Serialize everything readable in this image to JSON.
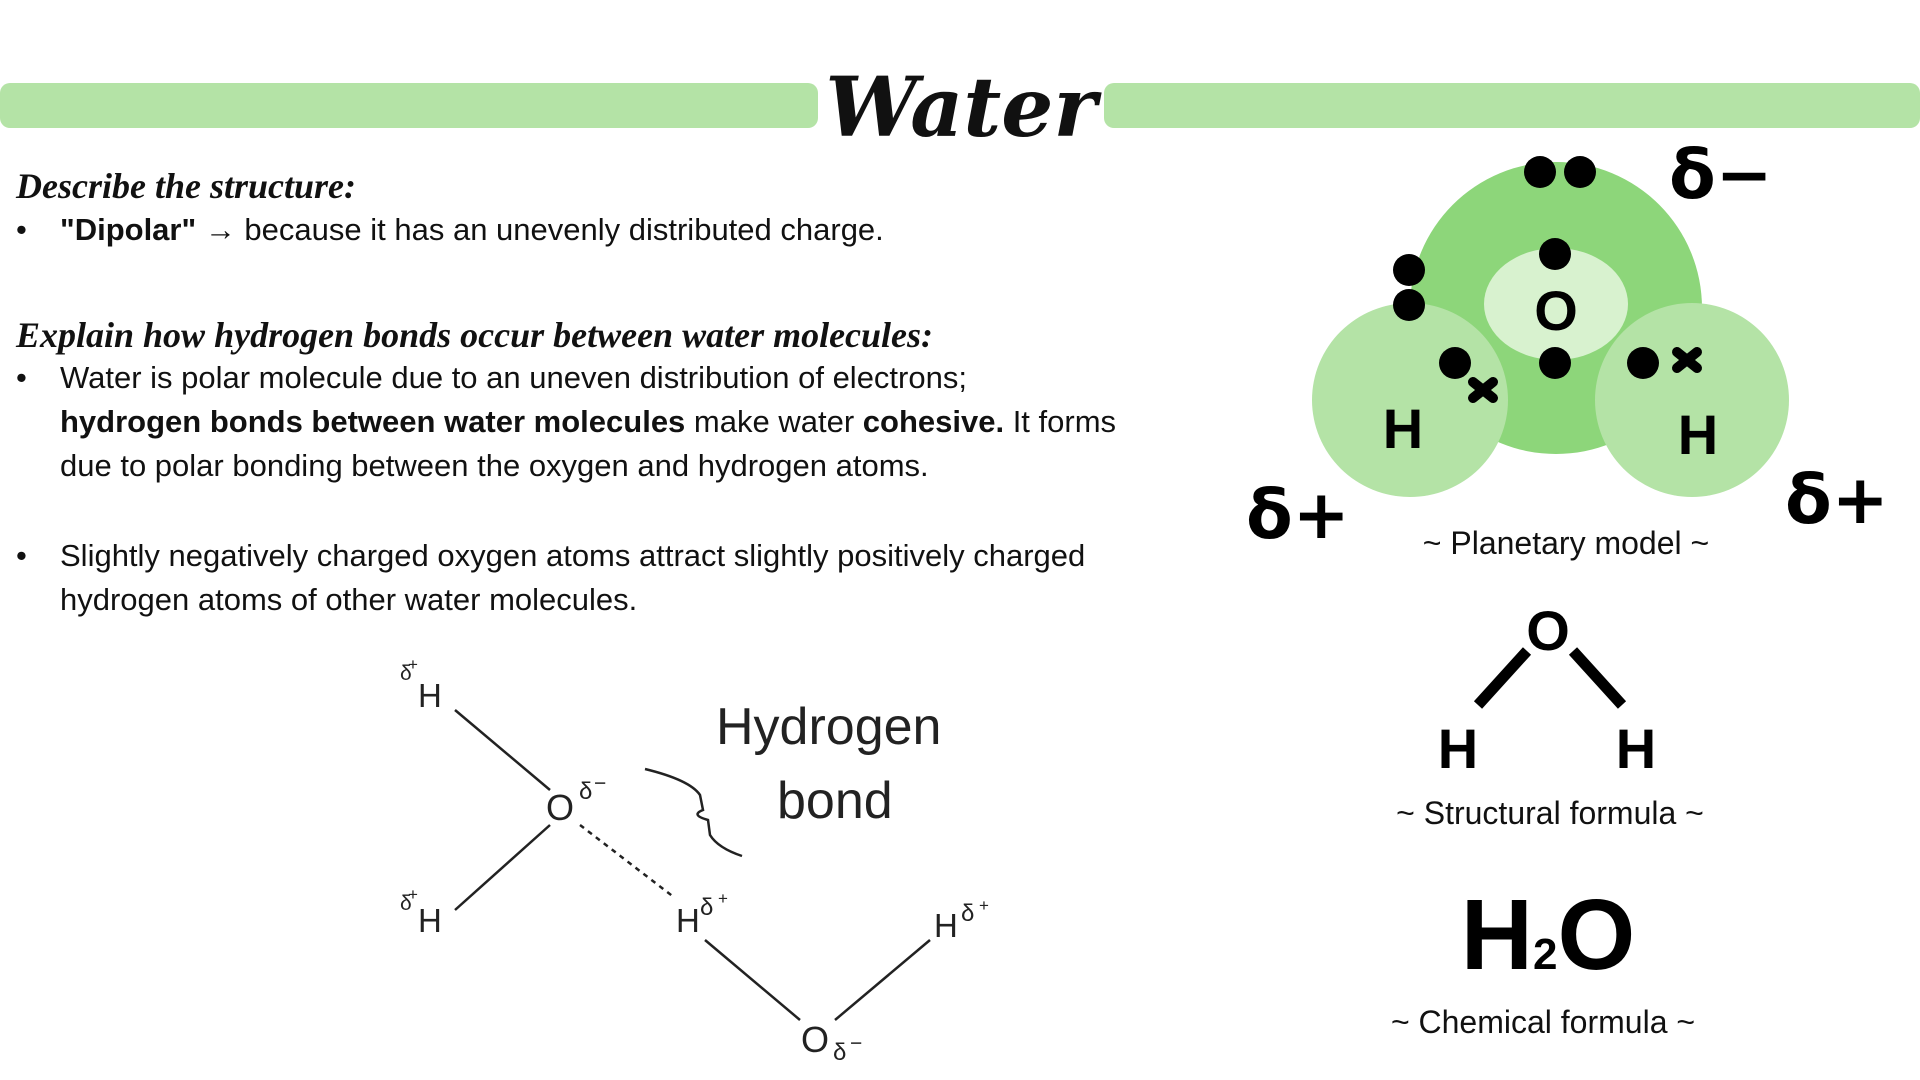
{
  "header": {
    "title": "Water"
  },
  "structure_section": {
    "heading": "Describe the structure:",
    "bullets": [
      {
        "bold": "\"Dipolar\"",
        "arrow": "→",
        "rest": " because it has an unevenly distributed charge."
      }
    ]
  },
  "hbond_section": {
    "heading": "Explain how hydrogen bonds occur between water molecules:",
    "bullet1": {
      "line1": "Water is polar molecule due to an uneven distribution of electrons;",
      "bold1": "hydrogen bonds between water molecules",
      "mid": " make water ",
      "bold2": "cohesive.",
      "rest": " It forms due to polar bonding between the oxygen and hydrogen atoms."
    },
    "bullet2": {
      "text": "Slightly negatively charged oxygen atoms attract slightly positively charged hydrogen atoms of other water molecules."
    },
    "bullet_symbol": "•"
  },
  "hbond_diagram": {
    "label_line1": "Hydrogen",
    "label_line2": "bond",
    "h_symbol": "H",
    "o_symbol": "O",
    "delta": "δ",
    "plus": "+",
    "minus": "−"
  },
  "planetary_model": {
    "oxygen": "O",
    "hydrogen": "H",
    "delta_minus": "δ−",
    "delta_plus": "δ+",
    "caption": "~ Planetary model ~",
    "colors": {
      "oxygen_outer": "#8dd67a",
      "oxygen_inner": "#d8f2cf",
      "hydrogen": "#b4e3a6"
    }
  },
  "structural_formula": {
    "o": "O",
    "h": "H",
    "caption": "~ Structural formula ~"
  },
  "chemical_formula": {
    "h": "H",
    "sub": "2",
    "o": "O",
    "caption": "~ Chemical formula ~"
  }
}
